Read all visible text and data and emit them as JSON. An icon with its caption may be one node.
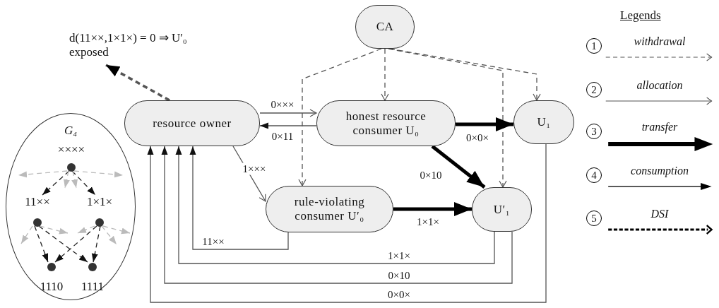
{
  "diagram": {
    "nodes": [
      {
        "text": [
          "CA"
        ]
      },
      {
        "text": [
          "resource owner"
        ]
      },
      {
        "text": [
          "honest resource consumer U₀"
        ]
      },
      {
        "text": [
          "U₁"
        ]
      },
      {
        "text": [
          "rule-violating consumer U′₀"
        ]
      },
      {
        "text": [
          "U′₁"
        ]
      },
      {
        "text": [
          "d(11××,1×1×) = 0 ⇒ U′₀ exposed"
        ]
      },
      {
        "text": [
          "G₄"
        ]
      },
      {
        "text": [
          "××××"
        ],
        "in": 7
      },
      {
        "text": [
          "11××"
        ],
        "in": 7
      },
      {
        "text": [
          "1×1×"
        ],
        "in": 7
      },
      {
        "text": [
          "1110"
        ],
        "in": 7
      },
      {
        "text": [
          "1111"
        ],
        "in": 7
      }
    ],
    "edges": [
      {
        "from": 0,
        "to": 4,
        "arrow": "to",
        "style": "dashed"
      },
      {
        "from": 0,
        "to": 2,
        "arrow": "to",
        "style": "dashed"
      },
      {
        "from": 0,
        "to": 5,
        "arrow": "to",
        "style": "dashed"
      },
      {
        "from": 0,
        "to": 3,
        "arrow": "to",
        "style": "dashed"
      },
      {
        "from": 1,
        "to": 2,
        "arrow": "to",
        "label": "0×××"
      },
      {
        "from": 2,
        "to": 1,
        "arrow": "to",
        "label": "0×11"
      },
      {
        "from": 1,
        "to": 4,
        "arrow": "to",
        "label": "1×××"
      },
      {
        "from": 2,
        "to": 3,
        "arrow": "to",
        "label": "0×0×",
        "style": "thick"
      },
      {
        "from": 2,
        "to": 5,
        "arrow": "to",
        "label": "0×10",
        "style": "thick"
      },
      {
        "from": 4,
        "to": 5,
        "arrow": "to",
        "label": "1×1×",
        "style": "thick"
      },
      {
        "from": 4,
        "to": 1,
        "arrow": "to",
        "label": "11××"
      },
      {
        "from": 5,
        "to": 1,
        "arrow": "to",
        "label": "1×1×"
      },
      {
        "from": 5,
        "to": 1,
        "arrow": "to",
        "label": "0×10"
      },
      {
        "from": 3,
        "to": 1,
        "arrow": "to",
        "label": "0×0×"
      },
      {
        "from": 1,
        "to": 6,
        "arrow": "to",
        "style": "dashed"
      },
      {
        "from": 8,
        "to": 9,
        "arrow": "to",
        "style": "dashed"
      },
      {
        "from": 8,
        "to": 10,
        "arrow": "to",
        "style": "dashed"
      },
      {
        "from": 9,
        "to": 11,
        "arrow": "to",
        "style": "dashed"
      },
      {
        "from": 9,
        "to": 12,
        "arrow": "to",
        "style": "dashed"
      },
      {
        "from": 10,
        "to": 11,
        "arrow": "to",
        "style": "dashed"
      },
      {
        "from": 10,
        "to": 12,
        "arrow": "to",
        "style": "dashed"
      },
      {
        "from": 8,
        "to": null,
        "arrow": "to",
        "style": "dashed",
        "color": "#bbbbbb"
      },
      {
        "from": 8,
        "to": null,
        "arrow": "to",
        "style": "dashed",
        "color": "#bbbbbb"
      },
      {
        "from": 8,
        "to": null,
        "arrow": "to",
        "style": "dashed",
        "color": "#bbbbbb"
      },
      {
        "from": 8,
        "to": null,
        "arrow": "to",
        "style": "dashed",
        "color": "#bbbbbb"
      },
      {
        "from": 9,
        "to": null,
        "arrow": "to",
        "style": "dashed",
        "color": "#bbbbbb"
      },
      {
        "from": 9,
        "to": null,
        "arrow": "to",
        "style": "dashed",
        "color": "#bbbbbb"
      },
      {
        "from": 10,
        "to": null,
        "arrow": "to",
        "style": "dashed",
        "color": "#bbbbbb"
      },
      {
        "from": 10,
        "to": null,
        "arrow": "to",
        "style": "dashed",
        "color": "#bbbbbb"
      },
      {
        "from": 10,
        "to": null,
        "arrow": "to",
        "style": "dashed",
        "color": "#bbbbbb"
      }
    ],
    "labels": [
      "Legends",
      "1",
      "2",
      "3",
      "4",
      "5"
    ],
    "legend": [
      {
        "text": "withdrawal"
      },
      {
        "text": "allocation"
      },
      {
        "text": "transfer"
      },
      {
        "text": "consumption"
      },
      {
        "text": "DSI"
      }
    ]
  }
}
